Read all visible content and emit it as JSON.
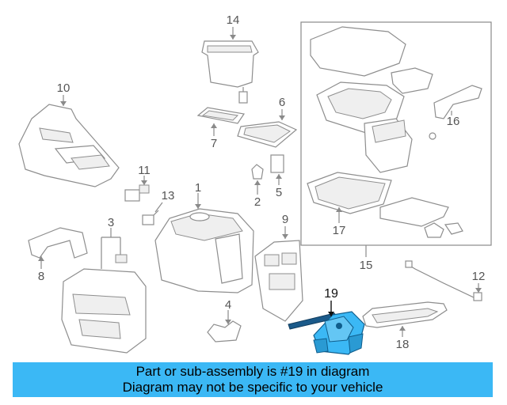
{
  "diagram": {
    "callouts": [
      {
        "id": "c1",
        "label": "1"
      },
      {
        "id": "c2",
        "label": "2"
      },
      {
        "id": "c3",
        "label": "3"
      },
      {
        "id": "c4",
        "label": "4"
      },
      {
        "id": "c5",
        "label": "5"
      },
      {
        "id": "c6",
        "label": "6"
      },
      {
        "id": "c7",
        "label": "7"
      },
      {
        "id": "c8",
        "label": "8"
      },
      {
        "id": "c9",
        "label": "9"
      },
      {
        "id": "c10",
        "label": "10"
      },
      {
        "id": "c11",
        "label": "11"
      },
      {
        "id": "c12",
        "label": "12"
      },
      {
        "id": "c13",
        "label": "13"
      },
      {
        "id": "c14",
        "label": "14"
      },
      {
        "id": "c15",
        "label": "15"
      },
      {
        "id": "c16",
        "label": "16"
      },
      {
        "id": "c17",
        "label": "17"
      },
      {
        "id": "c18",
        "label": "18"
      },
      {
        "id": "c19",
        "label": "19"
      }
    ],
    "highlight_color": "#3bb8f5"
  },
  "banner": {
    "line1": "Part or sub-assembly is #19 in diagram",
    "line2": "Diagram may not be specific to your vehicle",
    "color": "#3bb8f5"
  }
}
